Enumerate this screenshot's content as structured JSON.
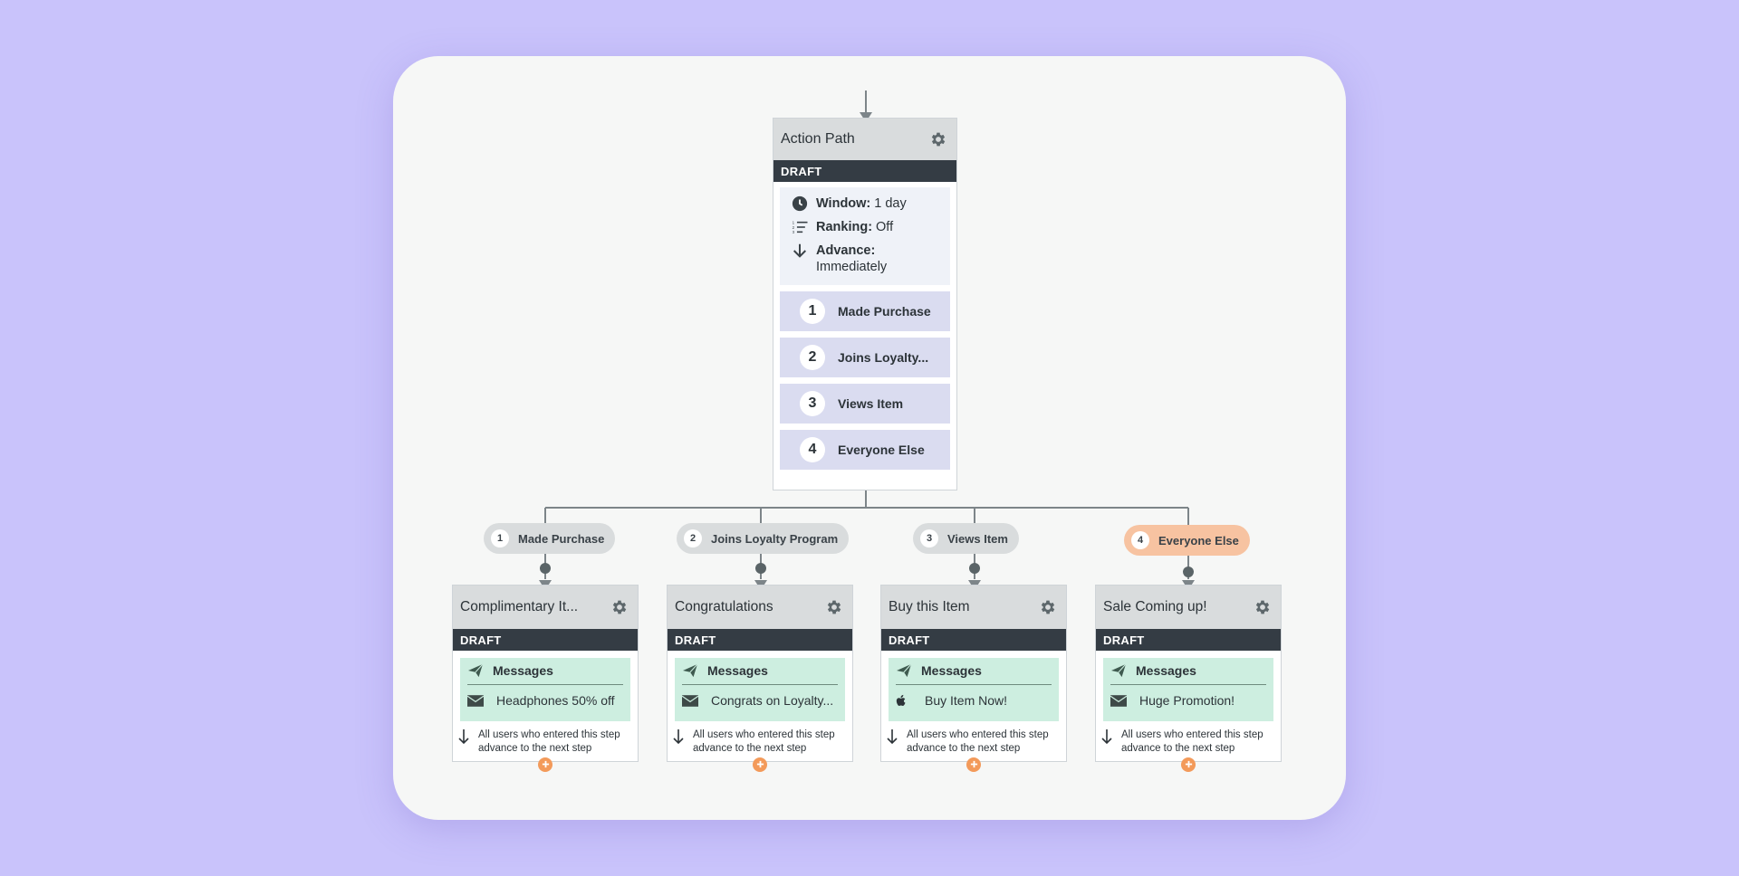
{
  "action_path": {
    "title": "Action Path",
    "status": "DRAFT",
    "settings": {
      "window_label": "Window:",
      "window_value": "1 day",
      "ranking_label": "Ranking:",
      "ranking_value": "Off",
      "advance_label": "Advance:",
      "advance_value": "Immediately"
    },
    "groups": [
      {
        "number": "1",
        "label": "Made Purchase"
      },
      {
        "number": "2",
        "label": "Joins Loyalty..."
      },
      {
        "number": "3",
        "label": "Views Item"
      },
      {
        "number": "4",
        "label": "Everyone Else"
      }
    ]
  },
  "branches": [
    {
      "number": "1",
      "pill_label": "Made Purchase",
      "step_title": "Complimentary It...",
      "status": "DRAFT",
      "messages_label": "Messages",
      "message": "Headphones 50% off",
      "message_icon": "envelope-icon",
      "advance_note": "All users who entered this step advance to the next step"
    },
    {
      "number": "2",
      "pill_label": "Joins Loyalty Program",
      "step_title": "Congratulations",
      "status": "DRAFT",
      "messages_label": "Messages",
      "message": "Congrats on Loyalty...",
      "message_icon": "envelope-icon",
      "advance_note": "All users who entered this step advance to the next step"
    },
    {
      "number": "3",
      "pill_label": "Views Item",
      "step_title": "Buy this Item",
      "status": "DRAFT",
      "messages_label": "Messages",
      "message": "Buy Item Now!",
      "message_icon": "apple-icon",
      "advance_note": "All users who entered this step advance to the next step"
    },
    {
      "number": "4",
      "pill_label": "Everyone Else",
      "step_title": "Sale Coming up!",
      "status": "DRAFT",
      "messages_label": "Messages",
      "message": "Huge Promotion!",
      "message_icon": "envelope-icon",
      "advance_note": "All users who entered this step advance to the next step"
    }
  ],
  "colors": {
    "background": "#c9c3fb",
    "canvas": "#f6f7f6",
    "draft_bar": "#343c44",
    "message_box": "#cdeee0",
    "group_button": "#dadcf0",
    "highlight_pill": "#f7c3a1",
    "add_button": "#f39a5a"
  }
}
